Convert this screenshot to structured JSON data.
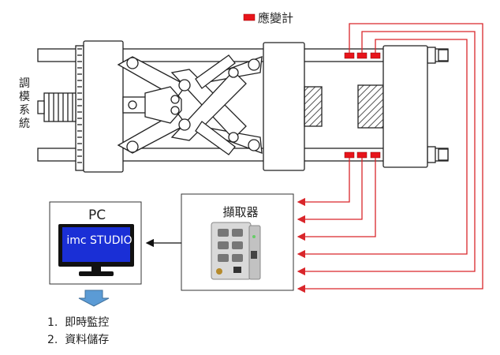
{
  "legend": {
    "label": "應變計",
    "color": "#e8141b"
  },
  "machine": {
    "side_label": "調模系統"
  },
  "daq": {
    "title": "擷取器"
  },
  "pc": {
    "title": "PC",
    "software": "imc STUDIO"
  },
  "outcomes": [
    {
      "number": "1.",
      "text": "即時監控"
    },
    {
      "number": "2.",
      "text": "資料儲存"
    }
  ],
  "colors": {
    "wire": "#d9262b",
    "screen": "#1a2fd6",
    "arrow": "#5b9bd5",
    "hatch": "#555555"
  }
}
